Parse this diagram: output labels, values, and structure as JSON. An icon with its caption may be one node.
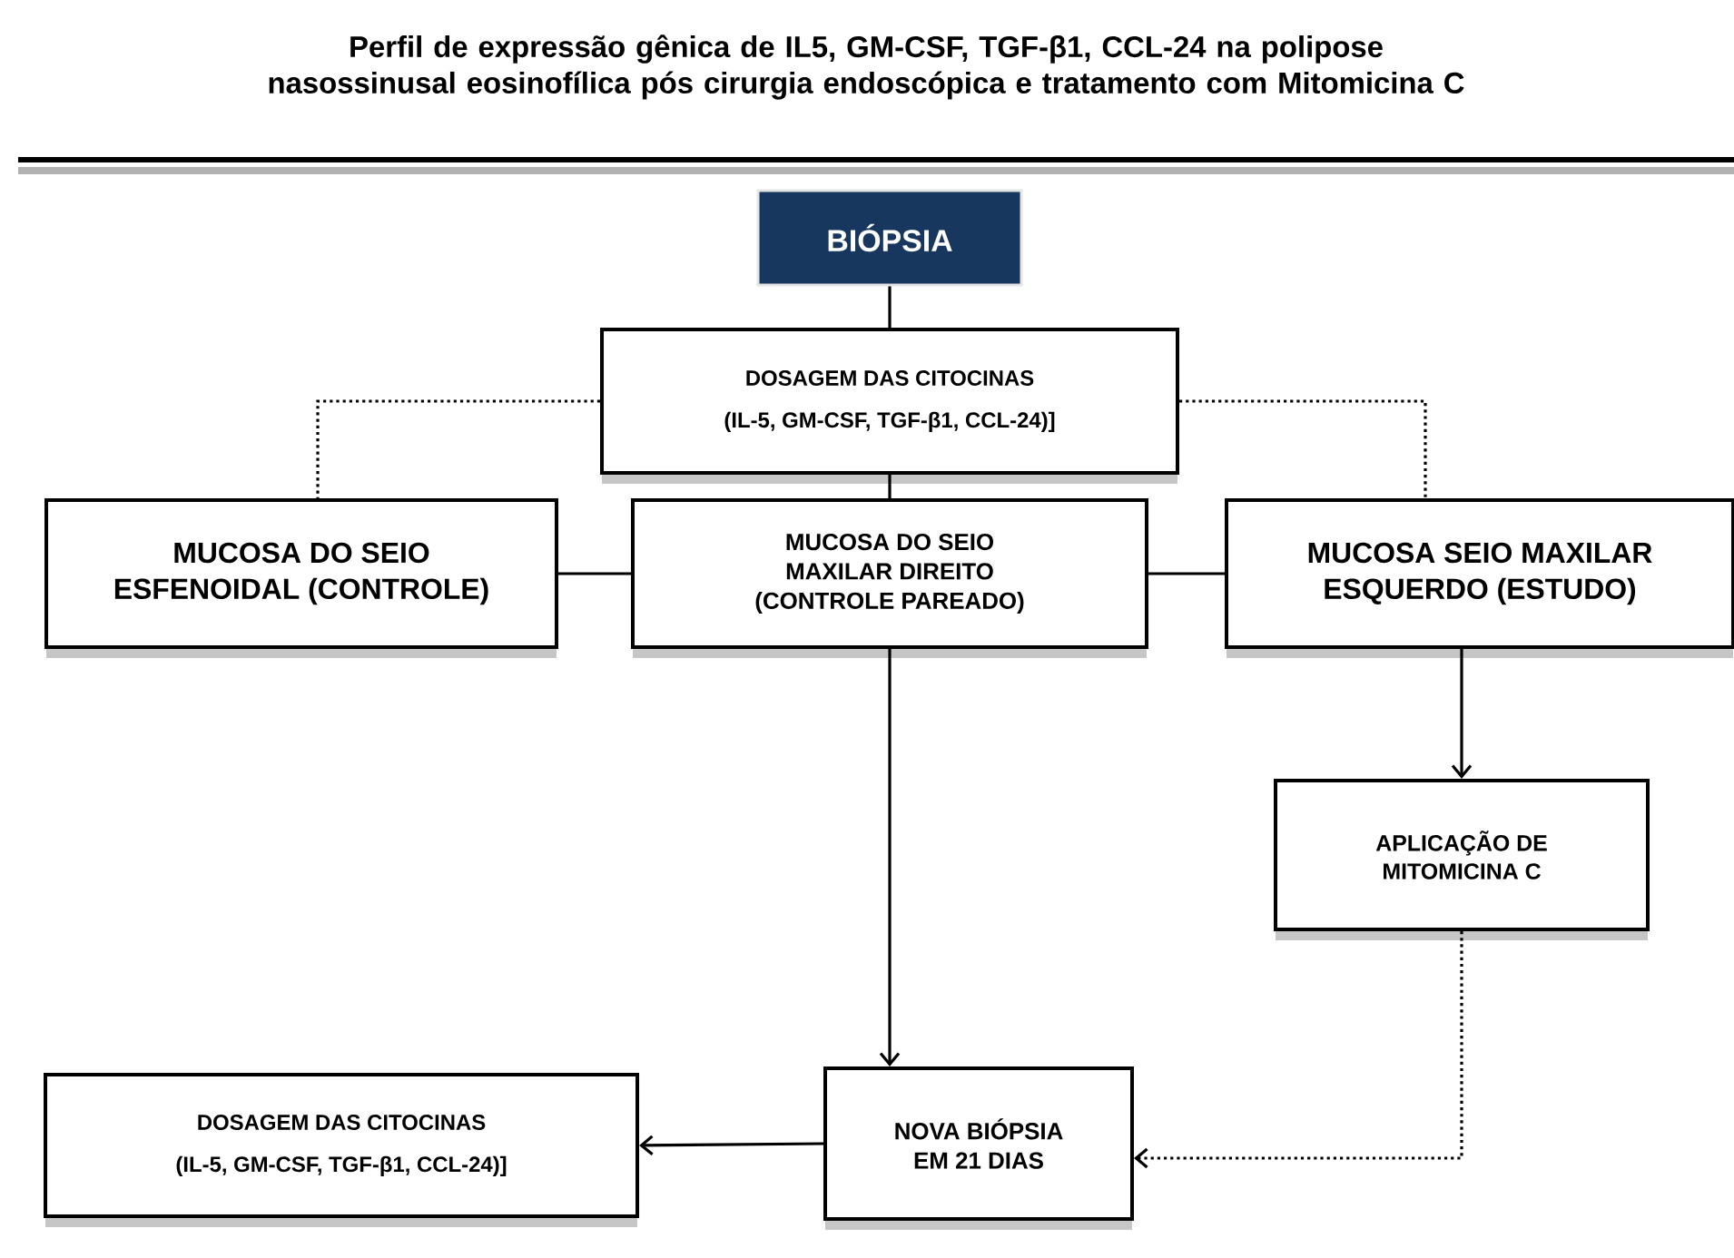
{
  "diagram": {
    "title": "Perfil de expressão gênica de IL5, GM-CSF, TGF-β1, CCL-24 na polipose nasossinusal eosinofílica pós cirurgia endoscópica e tratamento com Mitomicina C",
    "nodes": [
      {
        "text": [
          "BIÓPSIA"
        ]
      },
      {
        "text": [
          "DOSAGEM DAS CITOCINAS",
          "(IL-5, GM-CSF, TGF-β1, CCL-24)]"
        ]
      },
      {
        "text": [
          "MUCOSA DO SEIO ESFENOIDAL (CONTROLE)"
        ]
      },
      {
        "text": [
          "MUCOSA DO SEIO MAXILAR DIREITO (CONTROLE PAREADO)"
        ]
      },
      {
        "text": [
          "MUCOSA SEIO MAXILAR ESQUERDO (ESTUDO)"
        ]
      },
      {
        "text": [
          "APLICAÇÃO DE MITOMICINA C"
        ]
      },
      {
        "text": [
          "NOVA BIÓPSIA EM 21 DIAS"
        ]
      },
      {
        "text": [
          "DOSAGEM DAS CITOCINAS",
          "(IL-5, GM-CSF, TGF-β1, CCL-24)]"
        ]
      }
    ],
    "edges": [
      {
        "from": 0,
        "to": 1,
        "arrow": "none"
      },
      {
        "from": 1,
        "to": 3,
        "arrow": "none"
      },
      {
        "from": 1,
        "to": 2,
        "arrow": "none",
        "style": "dashed"
      },
      {
        "from": 1,
        "to": 4,
        "arrow": "none",
        "style": "dashed"
      },
      {
        "from": 2,
        "to": 3,
        "arrow": "none"
      },
      {
        "from": 3,
        "to": 4,
        "arrow": "none"
      },
      {
        "from": 4,
        "to": 5,
        "arrow": "to"
      },
      {
        "from": 3,
        "to": 6,
        "arrow": "to"
      },
      {
        "from": 5,
        "to": 6,
        "arrow": "to",
        "style": "dashed"
      },
      {
        "from": 6,
        "to": 7,
        "arrow": "to"
      }
    ]
  }
}
